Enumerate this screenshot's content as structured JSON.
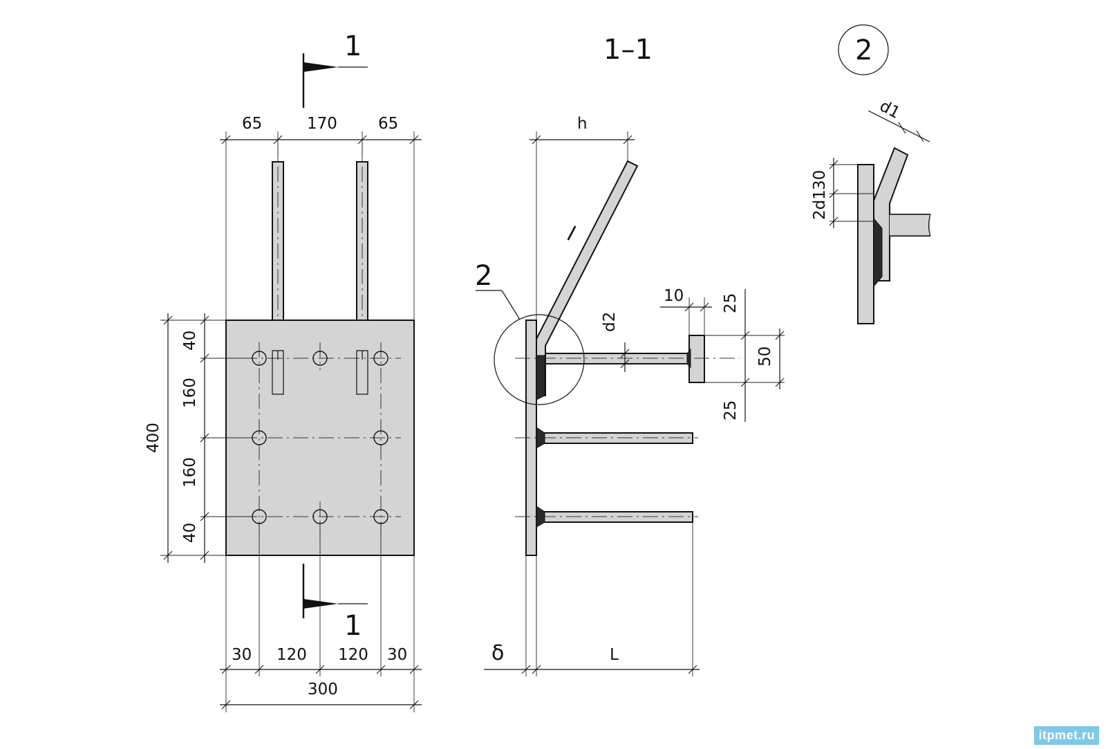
{
  "plan": {
    "section_mark": "1",
    "top_dims": [
      "65",
      "170",
      "65"
    ],
    "left_dims": [
      "40",
      "160",
      "160",
      "40"
    ],
    "overall_height": "400",
    "bottom_dims": [
      "30",
      "120",
      "120",
      "30"
    ],
    "overall_width": "300"
  },
  "section": {
    "title": "1–1",
    "callout_label": "2",
    "h_label": "h",
    "l_label": "l",
    "stud_dim_10": "10",
    "d2_label": "d2",
    "dims_right": [
      "25",
      "50",
      "25"
    ],
    "delta_label": "δ",
    "L_label": "L"
  },
  "detail": {
    "number": "2",
    "d1_label": "d1",
    "dims": [
      "2d1",
      "30"
    ]
  },
  "watermark": "itpmet.ru"
}
